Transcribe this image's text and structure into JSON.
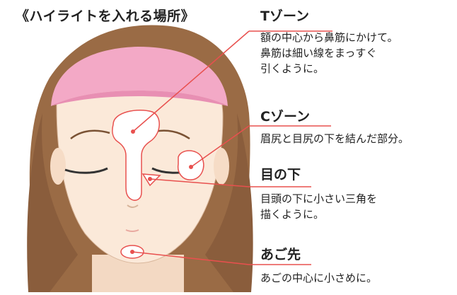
{
  "title": "《ハイライトを入れる場所》",
  "colors": {
    "hair": "#9a6b45",
    "hair_dark": "#7a5234",
    "skin": "#fbe9d9",
    "headband": "#f3a9c6",
    "headband_dark": "#e88fb3",
    "leader_line": "#e8504e",
    "highlight_fill": "#ffffff"
  },
  "zones": [
    {
      "heading": "Tゾーン",
      "description": "額の中心から鼻筋にかけて。\n鼻筋は細い線をまっすぐ\n引くように。"
    },
    {
      "heading": "Cゾーン",
      "description": "眉尻と目尻の下を結んだ部分。"
    },
    {
      "heading": "目の下",
      "description": "目頭の下に小さい三角を\n描くように。"
    },
    {
      "heading": "あご先",
      "description": "あごの中心に小さめに。"
    }
  ]
}
